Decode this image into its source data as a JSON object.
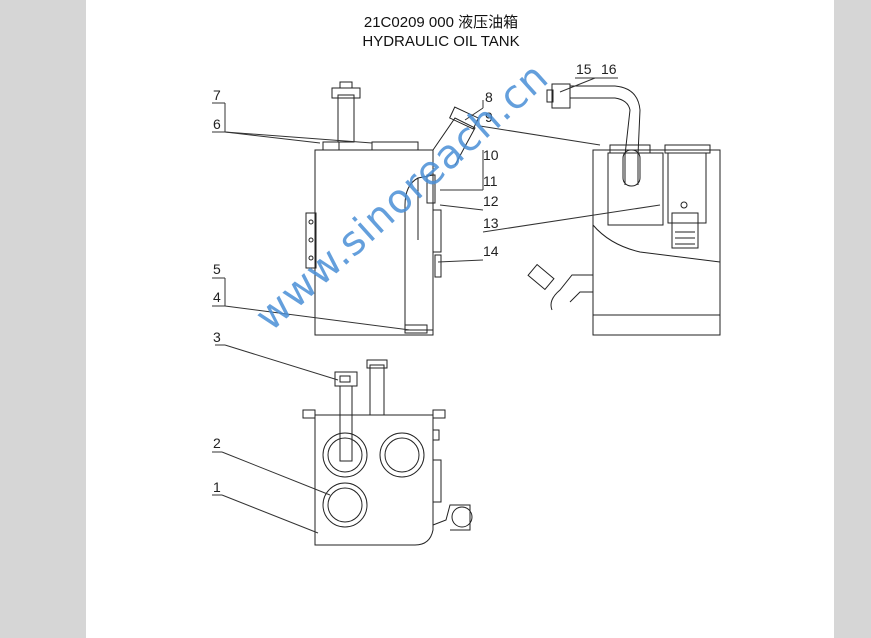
{
  "document": {
    "title_code": "21C0209 000  液压油箱",
    "title_en": "HYDRAULIC OIL TANK"
  },
  "callouts": [
    "1",
    "2",
    "3",
    "4",
    "5",
    "6",
    "7",
    "8",
    "9",
    "10",
    "11",
    "12",
    "13",
    "14",
    "15",
    "16"
  ],
  "watermark": "www.sinoreach.cn",
  "colors": {
    "page": "#ffffff",
    "background": "#d6d6d6",
    "line": "#222222",
    "watermark": "#4a8fd6"
  }
}
